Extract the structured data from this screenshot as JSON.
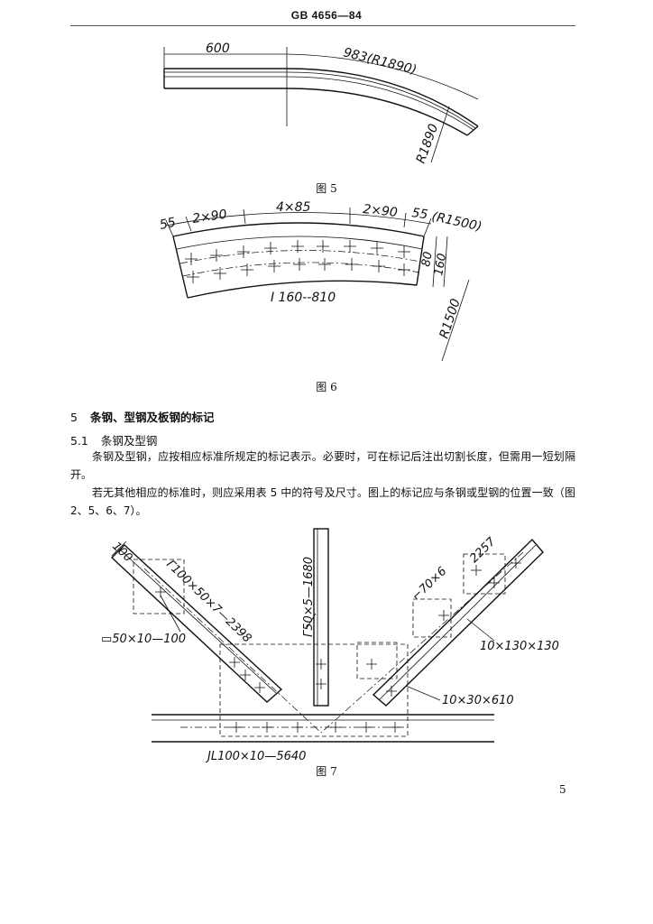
{
  "header": {
    "code": "GB 4656—84"
  },
  "figure5": {
    "caption": "图 5",
    "dim_straight": "600",
    "dim_arc": "983(R1890)",
    "dim_radius": "R1890"
  },
  "figure6": {
    "caption": "图 6",
    "dim_end_left": "55",
    "dim_group_left": "2×90",
    "dim_middle": "4×85",
    "dim_group_right": "2×90",
    "dim_end_right": "55",
    "dim_arc_radius": "(R1500)",
    "dim_height_inner": "80",
    "dim_height_total": "160",
    "dim_radius": "R1500",
    "label": "I 160--810"
  },
  "section5": {
    "number": "5",
    "title": "条钢、型钢及板钢的标记",
    "sub_number": "5.1",
    "sub_title": "条钢及型钢",
    "para1": "条钢及型钢，应按相应标准所规定的标记表示。必要时，可在标记后注出切割长度，但需用一短划隔开。",
    "para2": "若无其他相应的标准时，则应采用表 5 中的符号及尺寸。图上的标记应与条钢或型钢的位置一致（图 2、5、6、7）。"
  },
  "figure7": {
    "caption": "图 7",
    "label_left_end": "100",
    "label_left_member": "Γ100×50×7—2398",
    "label_left_plate": "▭50×10—100",
    "label_vertical": "Γ50×5—1680",
    "label_right_member": "⌐70×6",
    "label_right_len": "2257",
    "label_right_plate1": "10×130×130",
    "label_right_plate2": "10×30×610",
    "label_bottom": "JL100×10—5640"
  },
  "page": {
    "number": "5"
  }
}
